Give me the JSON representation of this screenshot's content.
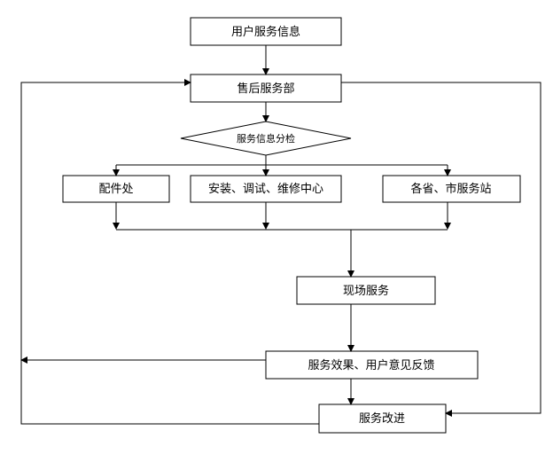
{
  "nodes": {
    "user_info": "用户服务信息",
    "after_sales": "售后服务部",
    "info_check": "服务信息分检",
    "parts": "配件处",
    "install_center": "安装、调试、维修中心",
    "stations": "各省、市服务站",
    "onsite": "现场服务",
    "feedback": "服务效果、用户意见反馈",
    "improve": "服务改进"
  }
}
